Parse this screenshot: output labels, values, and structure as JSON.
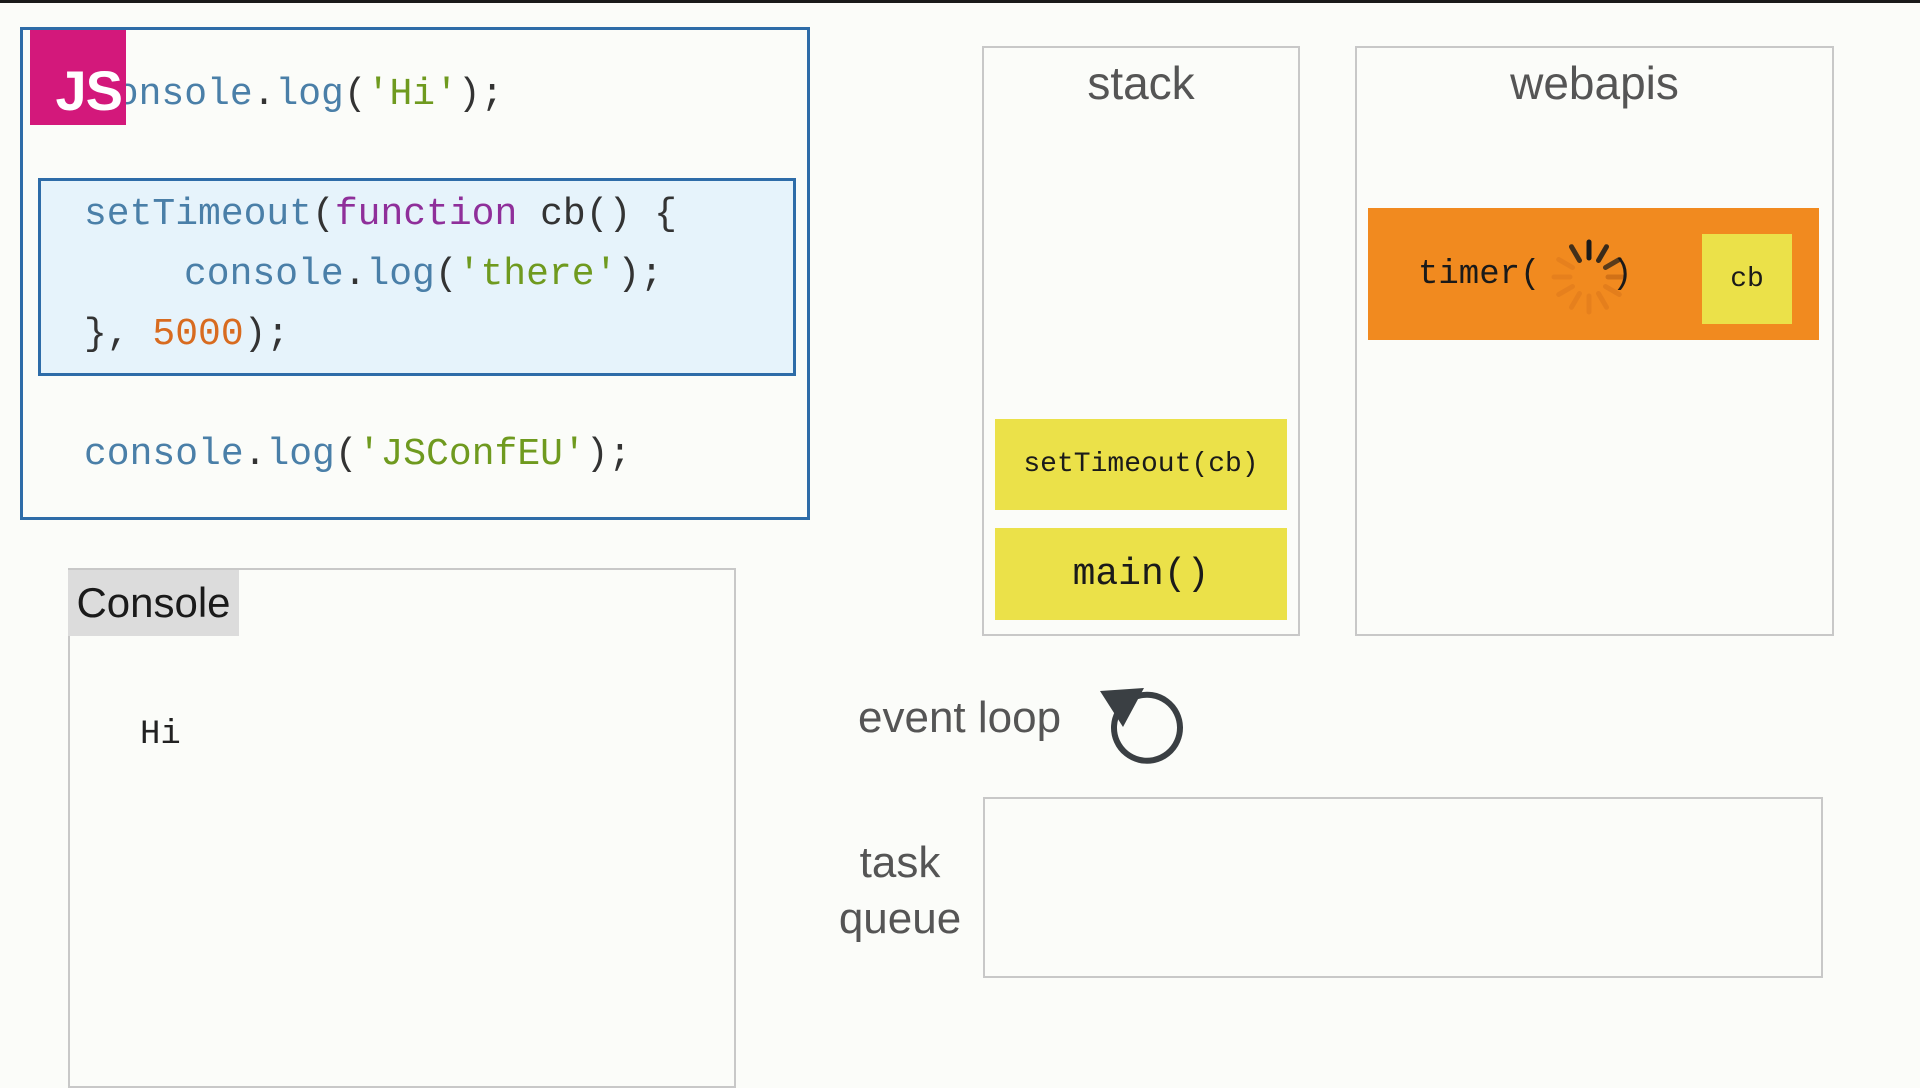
{
  "logo": {
    "text": "JS"
  },
  "code": {
    "line1": {
      "obj": "console",
      "dot": ".",
      "method": "log",
      "open": "(",
      "str": "'Hi'",
      "close": ");"
    },
    "line2": {
      "fn": "setTimeout",
      "open": "(",
      "kw": "function",
      "rest": " cb() {"
    },
    "line3": {
      "obj": "console",
      "dot": ".",
      "method": "log",
      "open": "(",
      "str": "'there'",
      "close": ");"
    },
    "line4": {
      "pre": "}, ",
      "num": "5000",
      "close": ");"
    },
    "line5": {
      "obj": "console",
      "dot": ".",
      "method": "log",
      "open": "(",
      "str": "'JSConfEU'",
      "close": ");"
    }
  },
  "console": {
    "tab_label": "Console",
    "lines": [
      "Hi"
    ]
  },
  "stack": {
    "title": "stack",
    "frames": [
      "setTimeout(cb)",
      "main()"
    ]
  },
  "webapis": {
    "title": "webapis",
    "timer_label": "timer(",
    "timer_close": ")",
    "callback": "cb"
  },
  "event_loop": {
    "label": "event loop"
  },
  "task_queue": {
    "label_line1": "task",
    "label_line2": "queue"
  },
  "colors": {
    "logo_bg": "#d3187b",
    "highlight_bg": "#e6f3fb",
    "border_blue": "#2e6ca8",
    "frame_yellow": "#ebe149",
    "timer_orange": "#f18a1f"
  }
}
